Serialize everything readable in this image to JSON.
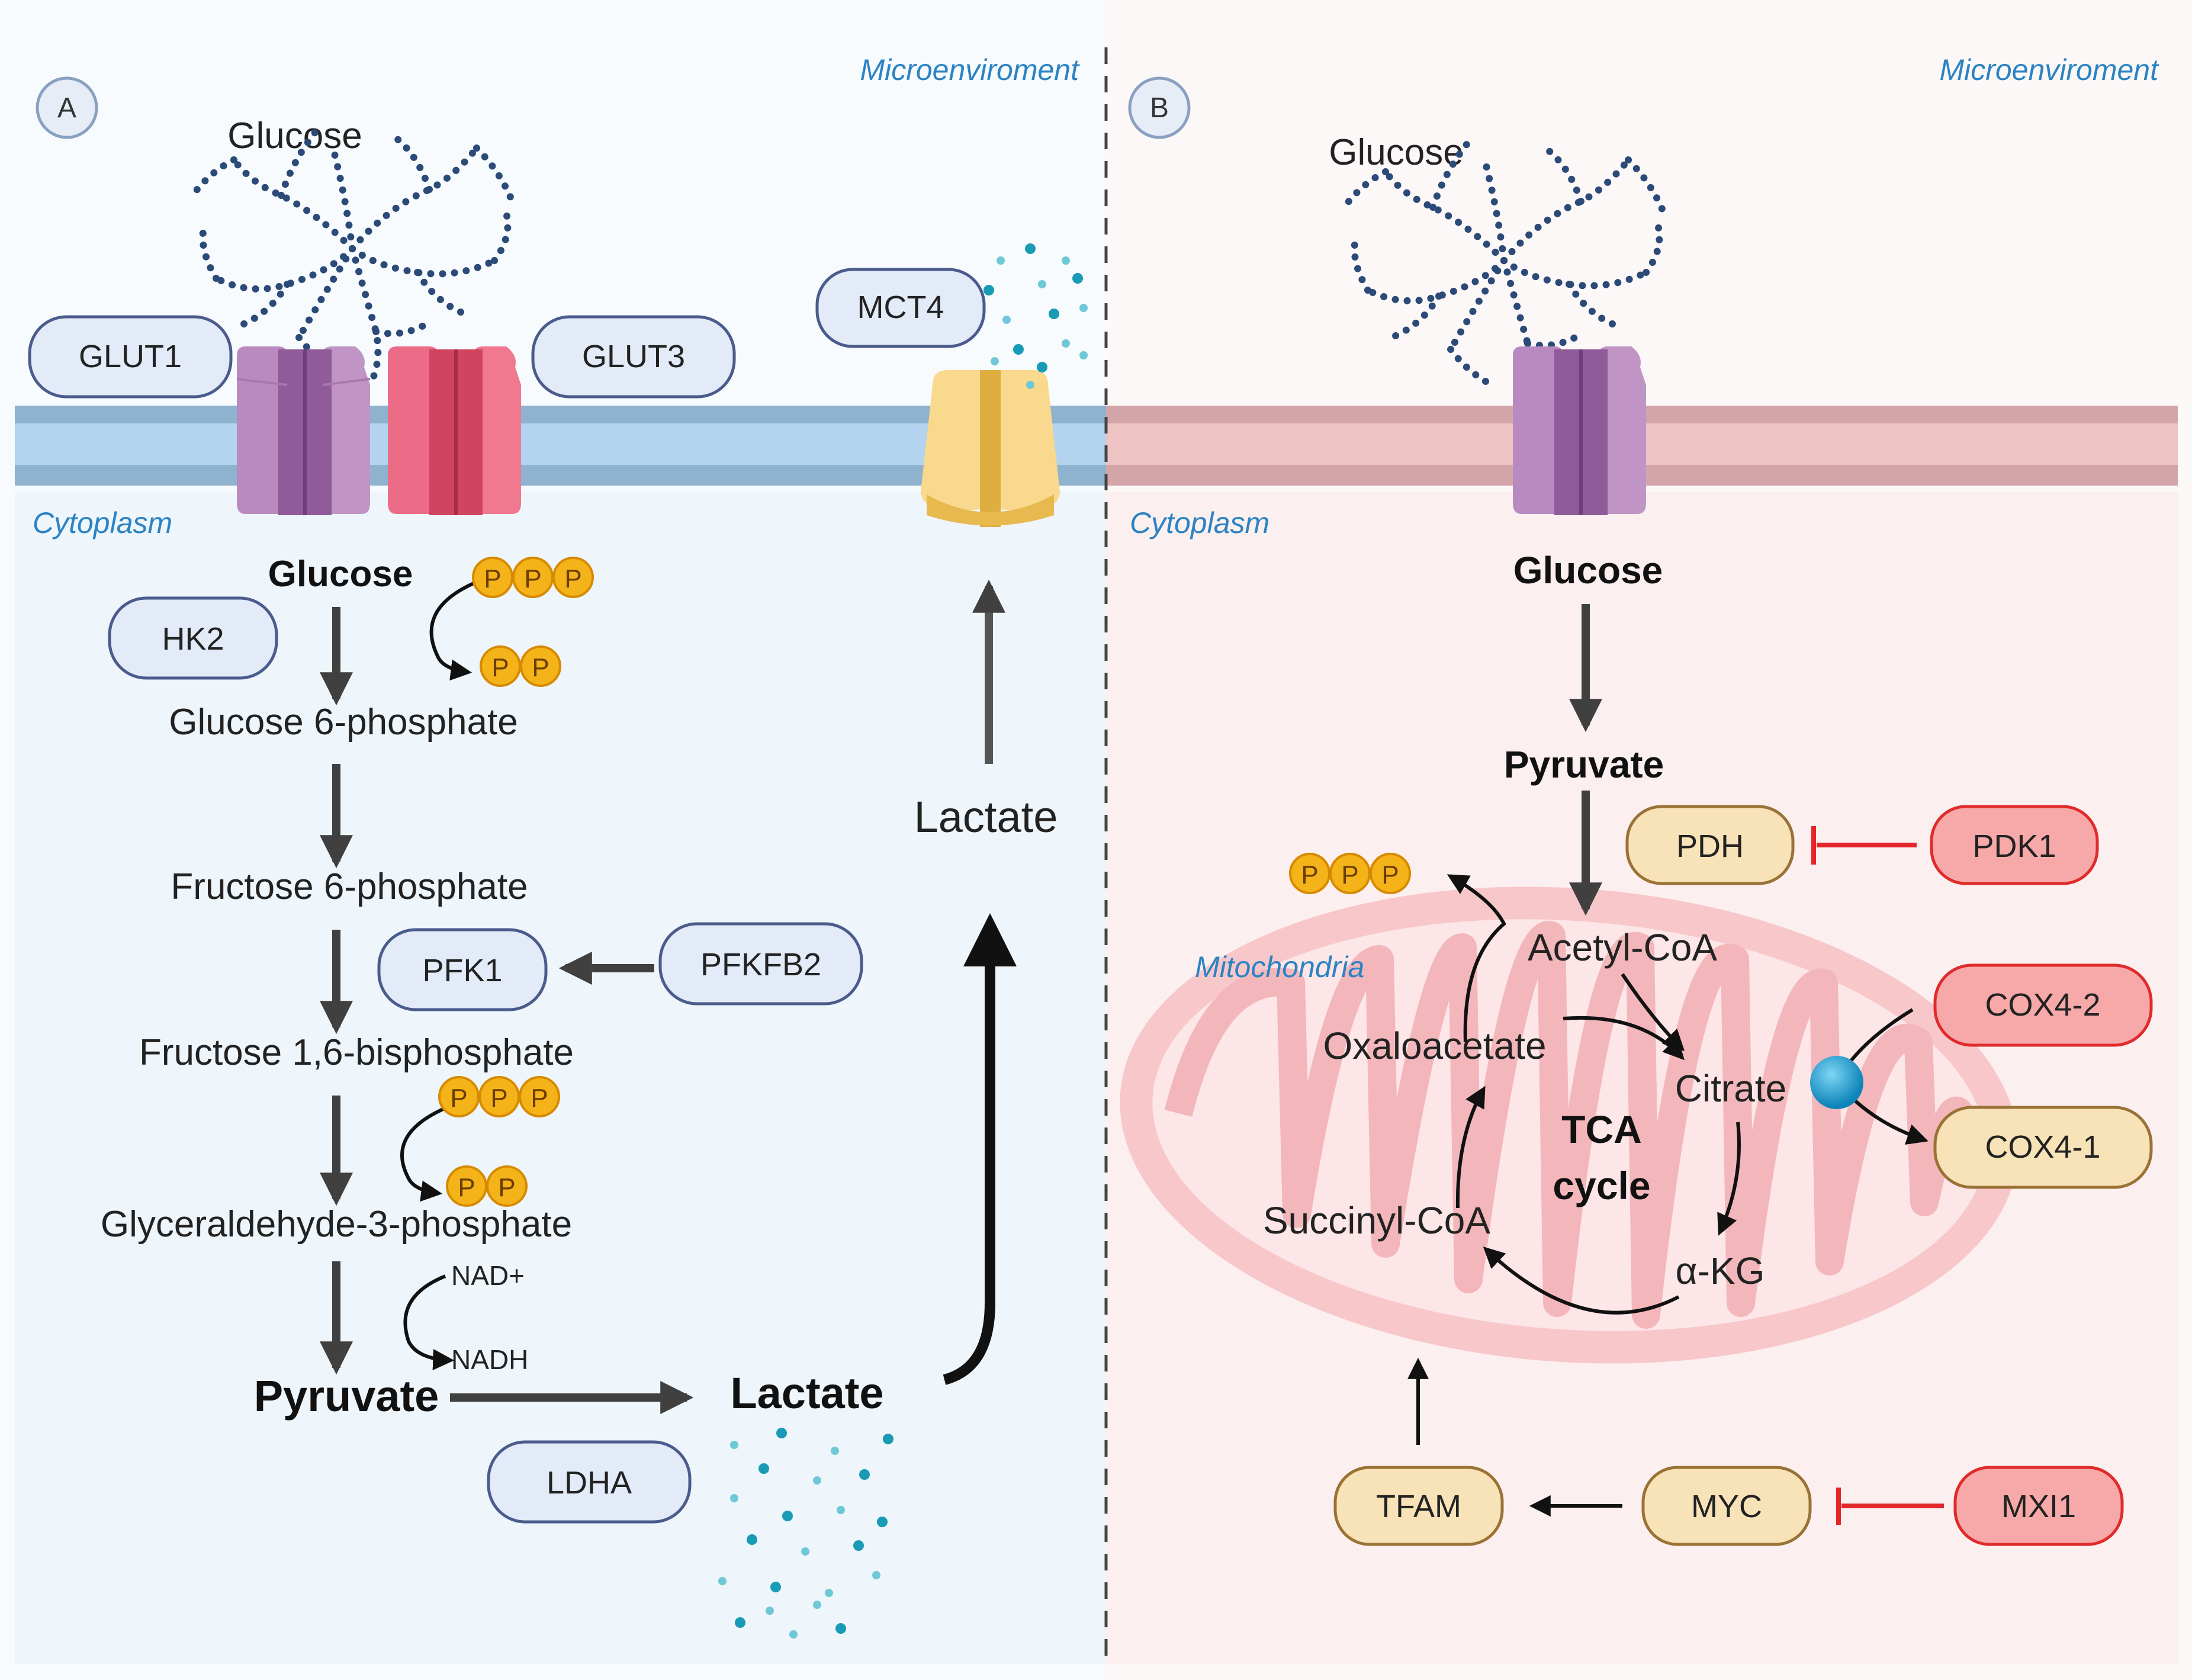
{
  "panel_a": {
    "badge": "A",
    "microenvironment": "Microenviroment",
    "cytoplasm": "Cytoplasm",
    "glucose_outside": "Glucose",
    "transporters": {
      "glut1": "GLUT1",
      "glut3": "GLUT3",
      "mct4": "MCT4"
    },
    "enzymes": {
      "hk2": "HK2",
      "pfk1": "PFK1",
      "pfkfb2": "PFKFB2",
      "ldha": "LDHA"
    },
    "metabolites": {
      "glucose": "Glucose",
      "g6p": "Glucose 6-phosphate",
      "f6p": "Fructose 6-phosphate",
      "f16bp": "Fructose 1,6-bisphosphate",
      "g3p": "Glyceraldehyde-3-phosphate",
      "pyruvate": "Pyruvate",
      "lactate": "Lactate",
      "lactate_out": "Lactate"
    },
    "cofactors": {
      "nad": "NAD+",
      "nadh": "NADH"
    },
    "phosphate": "P"
  },
  "panel_b": {
    "badge": "B",
    "microenvironment": "Microenviroment",
    "cytoplasm": "Cytoplasm",
    "mitochondria": "Mitochondria",
    "glucose_outside": "Glucose",
    "metabolites": {
      "glucose": "Glucose",
      "pyruvate": "Pyruvate",
      "acetyl_coa": "Acetyl-CoA",
      "oxaloacetate": "Oxaloacetate",
      "citrate": "Citrate",
      "akg": "α-KG",
      "succinyl_coa": "Succinyl-CoA",
      "tca1": "TCA",
      "tca2": "cycle"
    },
    "proteins": {
      "pdh": "PDH",
      "pdk1": "PDK1",
      "cox42": "COX4-2",
      "cox41": "COX4-1",
      "tfam": "TFAM",
      "myc": "MYC",
      "mxi1": "MXI1"
    },
    "phosphate": "P"
  },
  "colors": {
    "panel_a_bg": "#f1f7fc",
    "panel_b_bg": "#fcefef",
    "blue_pill_fill": "#e3eaf8",
    "blue_pill_stroke": "#4a5b8c",
    "tan_pill_fill": "#f8e3b8",
    "tan_pill_stroke": "#9a7236",
    "red_pill_fill": "#f7a9a9",
    "red_pill_stroke": "#e02b2b",
    "inhibit": "#e3262a",
    "phosphate": "#f5b31a",
    "label_blue": "#2b83c3",
    "lactate_dot": "#1a9bb5"
  }
}
